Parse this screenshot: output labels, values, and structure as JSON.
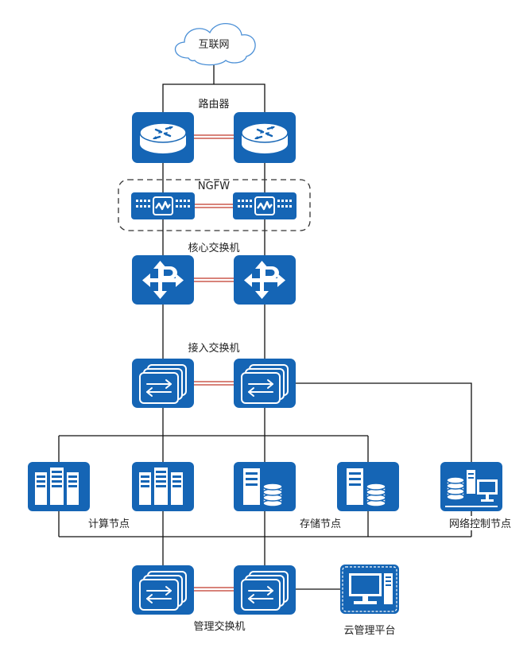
{
  "labels": {
    "internet": "互联网",
    "router": "路由器",
    "ngfw": "NGFW",
    "core_switch": "核心交换机",
    "access_switch": "接入交换机",
    "compute_node": "计算节点",
    "storage_node": "存储节点",
    "network_control_node": "网络控制节点",
    "mgmt_switch": "管理交换机",
    "cloud_mgmt_platform": "云管理平台"
  },
  "colors": {
    "device_blue": "#1565b5",
    "line": "#111111",
    "redundant_link": "#c0392b",
    "cloud_fill": "#ffffff",
    "cloud_stroke": "#4a8fd6"
  },
  "icons": {
    "router": "router-icon",
    "firewall": "firewall-icon",
    "core_switch": "layer3-switch-icon",
    "access_switch": "switch-icon",
    "server": "server-rack-icon",
    "storage": "storage-server-icon",
    "controller": "network-controller-icon",
    "platform": "workstation-icon"
  }
}
